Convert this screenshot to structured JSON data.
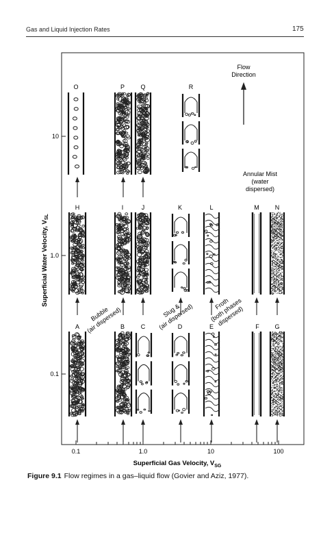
{
  "header": {
    "running_title": "Gas and Liquid Injection Rates",
    "page_number": "175"
  },
  "figure": {
    "flow_direction": [
      "Flow",
      "Direction"
    ],
    "y_axis_label": "Superficial Water Velocity, V",
    "y_axis_sub": "SL",
    "x_axis_label": "Superficial Gas Velocity, V",
    "x_axis_sub": "SG",
    "y_ticks": [
      "10",
      "1.0",
      "0.1"
    ],
    "x_ticks": [
      "0.1",
      "1.0",
      "10",
      "100"
    ],
    "row_top_letters": [
      "O",
      "P",
      "Q",
      "R"
    ],
    "row_mid_letters": [
      "H",
      "I",
      "J",
      "K",
      "L",
      "M",
      "N"
    ],
    "row_bottom_letters": [
      "A",
      "B",
      "C",
      "D",
      "E",
      "F",
      "G"
    ],
    "regime_labels": {
      "bubble": [
        "Bubble",
        "(air dispersed)"
      ],
      "slug": [
        "Slug &",
        "(air dispersed)"
      ],
      "froth": [
        "Froth",
        "(both phases",
        "dispersed)"
      ],
      "annular": [
        "Annular Mist",
        "(water",
        "dispersed)"
      ]
    }
  },
  "caption": {
    "label": "Figure 9.1",
    "text": "Flow regimes in a gas–liquid flow (Govier and Aziz, 1977)."
  }
}
